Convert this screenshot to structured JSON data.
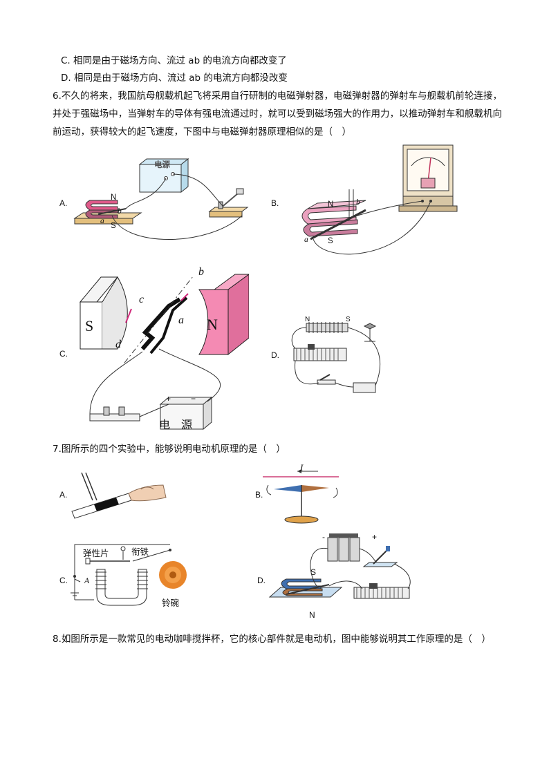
{
  "q5": {
    "option_c": "C. 相同是由于磁场方向、流过 ab 的电流方向都改变了",
    "option_d": "D. 相同是由于磁场方向、流过 ab 的电流方向都没改变"
  },
  "q6": {
    "stem": "6.不久的将来，我国航母舰载机起飞将采用自行研制的电磁弹射器，电磁弹射器的弹射车与舰载机前轮连接，并处于强磁场中，当弹射车的导体有强电流通过时，就可以受到磁场强大的作用力，以推动弹射车和舰载机向前运动，获得较大的起飞速度，下图中与电磁弹射器原理相似的是（　）",
    "labels": {
      "a": "A.",
      "b": "B.",
      "c": "C.",
      "d": "D."
    },
    "fig_a": {
      "power": "电源",
      "n": "N",
      "s": "S",
      "a": "a",
      "b": "b"
    },
    "fig_b": {
      "n": "N",
      "s": "S",
      "a": "a",
      "b": "b"
    },
    "fig_c": {
      "s": "S",
      "n": "N",
      "a": "a",
      "b": "b",
      "c": "c",
      "d": "d",
      "power": "电　源",
      "plus": "+",
      "minus": "−"
    },
    "fig_d": {
      "n": "N",
      "s": "S"
    }
  },
  "q7": {
    "stem": "7.图所示的四个实验中，能够说明电动机原理的是（　）",
    "labels": {
      "a": "A.",
      "b": "B.",
      "c": "C.",
      "d": "D."
    },
    "fig_b": {
      "current": "I"
    },
    "fig_c": {
      "spring": "弹性片",
      "armature": "衔铁",
      "bell": "铃碗",
      "a": "A"
    },
    "fig_d": {
      "s": "S",
      "n": "N",
      "plus": "+",
      "minus": "-"
    }
  },
  "q8": {
    "stem": "8.如图所示是一款常见的电动咖啡搅拌杯，它的核心部件就是电动机，图中能够说明其工作原理的是（　）"
  }
}
